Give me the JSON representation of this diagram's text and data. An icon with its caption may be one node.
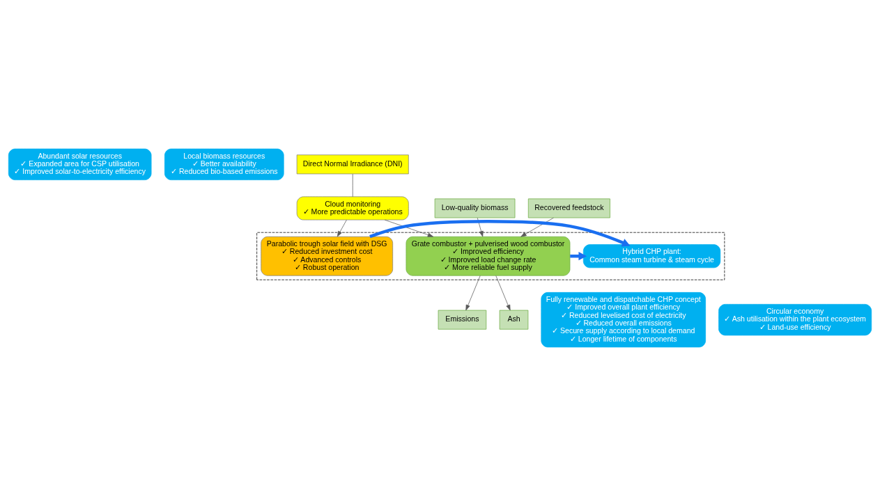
{
  "diagram": {
    "nodes": [
      {
        "text": [
          "Abundant solar resources",
          "✓ Expanded area for CSP utilisation",
          "✓ Improved solar-to-electricity efficiency"
        ]
      },
      {
        "text": [
          "Local biomass resources",
          "✓ Better availability",
          "✓ Reduced bio-based emissions"
        ]
      },
      {
        "text": [
          "Direct Normal Irradiance (DNI)"
        ]
      },
      {
        "text": [
          "Low-quality biomass"
        ]
      },
      {
        "text": [
          "Recovered feedstock"
        ]
      },
      {
        "text": [
          "Cloud monitoring",
          "✓ More predictable operations"
        ]
      },
      {
        "text": [],
        "shape": "box"
      },
      {
        "text": [
          "Parabolic trough solar field with DSG",
          "✓ Reduced investment cost",
          "✓ Advanced controls",
          "✓ Robust operation"
        ],
        "in": 6
      },
      {
        "text": [
          "Hybrid CHP plant:",
          "Common steam turbine & steam cycle"
        ],
        "in": 6
      },
      {
        "text": [
          "Grate combustor + pulverised wood combustor",
          "✓ Improved efficiency",
          "✓ Improved load change rate",
          "✓ More reliable fuel supply"
        ],
        "in": 6
      },
      {
        "text": [
          "Emissions"
        ]
      },
      {
        "text": [
          "Ash"
        ]
      },
      {
        "text": [
          "Fully renewable and dispatchable CHP concept",
          "✓ Improved overall plant efficiency",
          "✓ Reduced levelised cost of electricity",
          "✓ Reduced overall emissions",
          "✓ Secure supply according to local demand",
          "✓ Longer lifetime of components"
        ]
      },
      {
        "text": [
          "Circular economy",
          "✓ Ash utilisation within the plant ecosystem",
          "✓ Land-use efficiency"
        ]
      }
    ],
    "edges": [
      {
        "from": 2,
        "to": 5,
        "arrow": "none"
      },
      {
        "from": 5,
        "to": 7,
        "arrow": "to"
      },
      {
        "from": 5,
        "to": 9,
        "arrow": "to"
      },
      {
        "from": 3,
        "to": 9,
        "arrow": "to"
      },
      {
        "from": 4,
        "to": 9,
        "arrow": "to"
      },
      {
        "from": 7,
        "to": 8,
        "arrow": "to",
        "style": "thick",
        "color": "#1a6ff0"
      },
      {
        "from": 9,
        "to": 8,
        "arrow": "to",
        "style": "thick",
        "color": "#1a6ff0"
      },
      {
        "from": 9,
        "to": 10,
        "arrow": "to"
      },
      {
        "from": 9,
        "to": 11,
        "arrow": "to"
      }
    ]
  }
}
